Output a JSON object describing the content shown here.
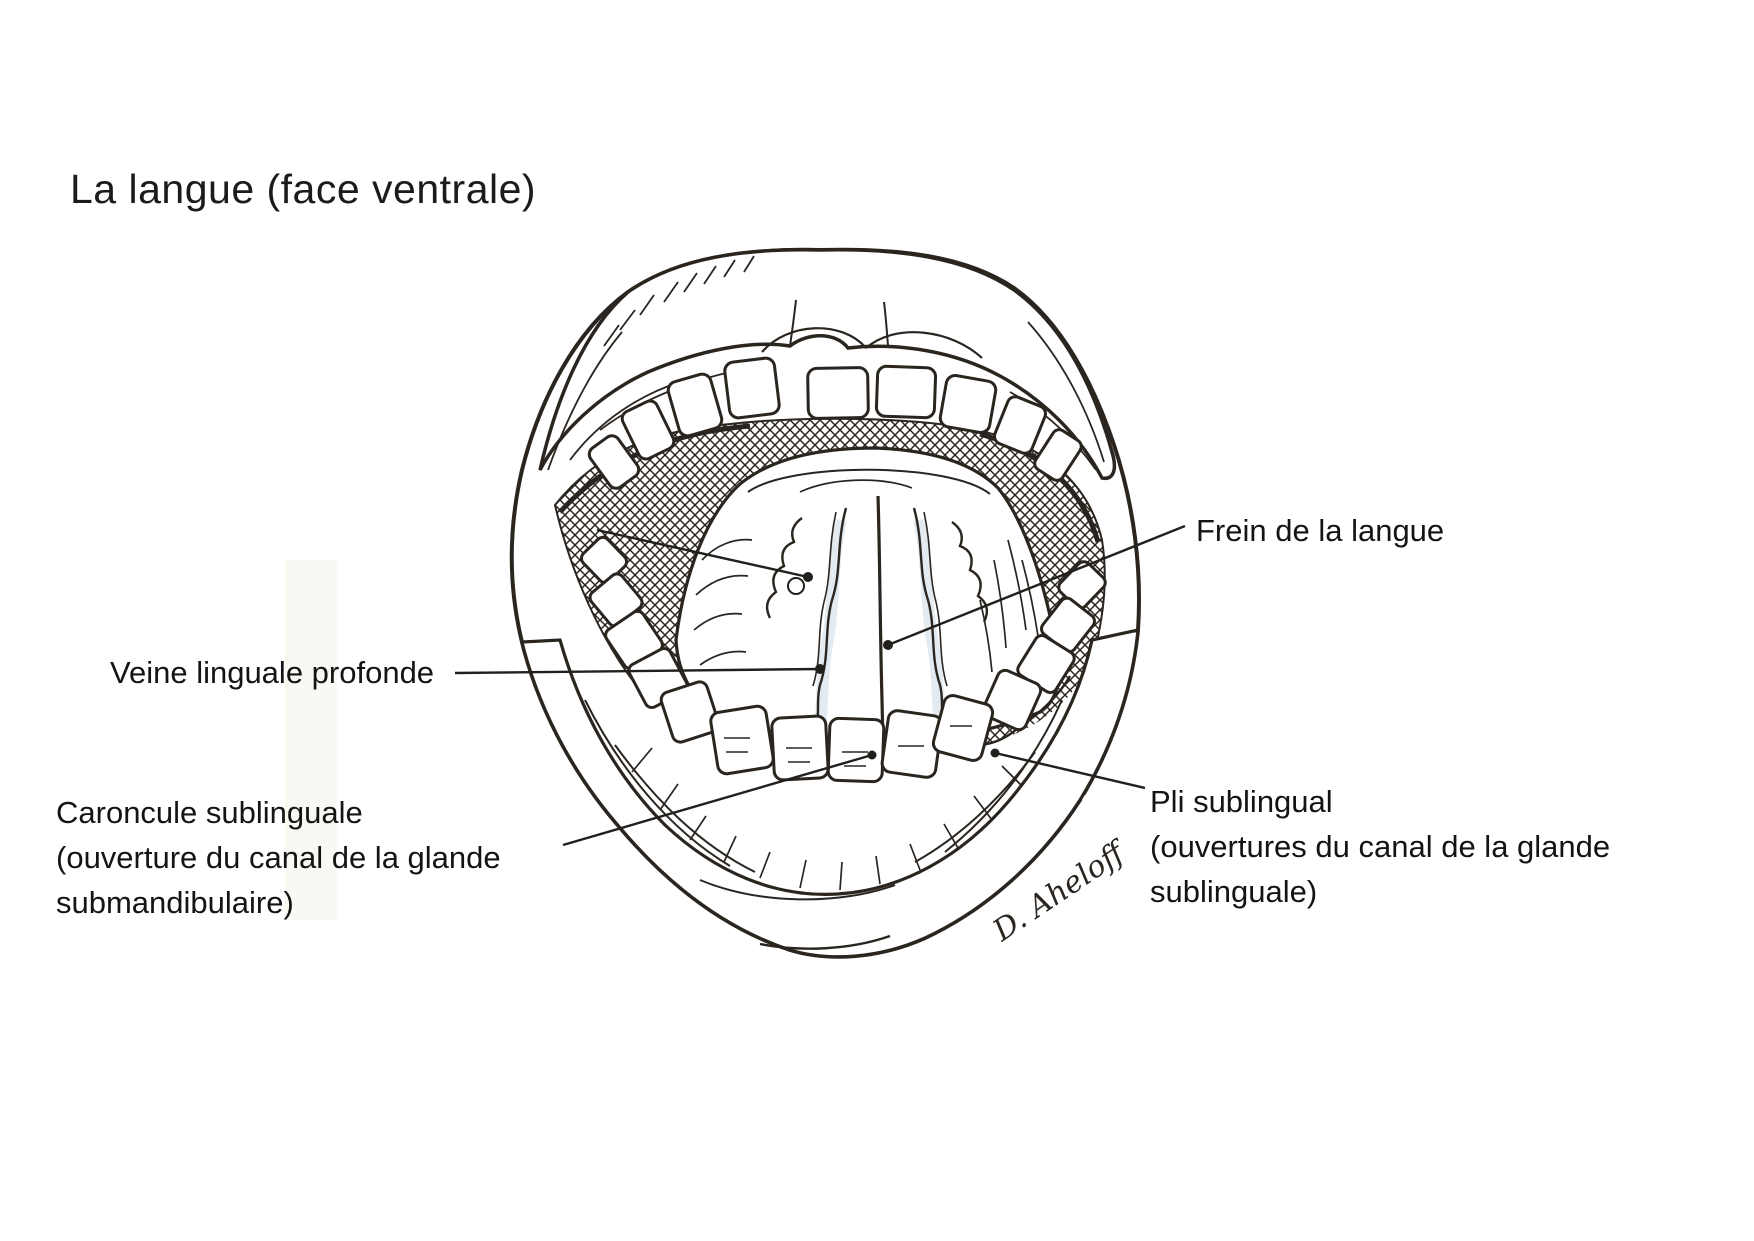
{
  "page": {
    "background": "#ffffff",
    "ink": "#2b2520",
    "text_color": "#141414"
  },
  "title": "La langue (face ventrale)",
  "figure": {
    "signature": "D. Aheloff",
    "labels": {
      "frein": {
        "text": "Frein de la langue"
      },
      "veine": {
        "text": "Veine linguale profonde"
      },
      "caroncule": {
        "lines": [
          "Caroncule sublinguale",
          "(ouverture du canal de la glande",
          "submandibulaire)"
        ]
      },
      "pli": {
        "lines": [
          "Pli sublingual",
          "(ouvertures du canal de la glande",
          "sublinguale)"
        ]
      }
    }
  }
}
